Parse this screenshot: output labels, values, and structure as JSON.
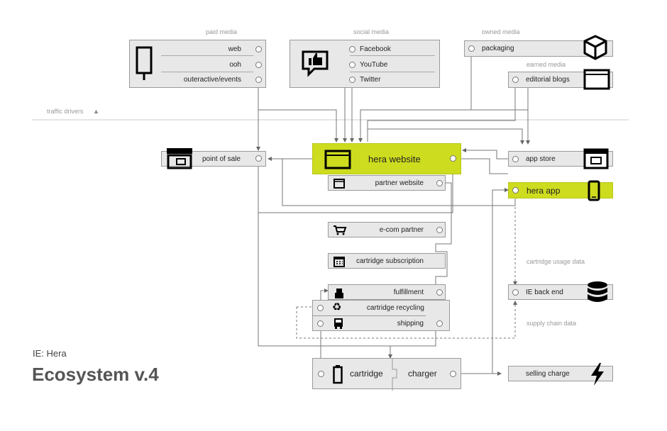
{
  "header": {
    "traffic_drivers": "traffic drivers",
    "traffic_drivers_arrow": "▲"
  },
  "categories": {
    "paid_media": "paid media",
    "social_media": "social media",
    "owned_media": "owned media",
    "earned_media": "earned media"
  },
  "paid_media": {
    "items": [
      "web",
      "ooh",
      "outeractive/events"
    ]
  },
  "social_media": {
    "items": [
      "Facebook",
      "YouTube",
      "Twitter"
    ]
  },
  "owned_media": {
    "items": [
      "packaging"
    ]
  },
  "earned_media": {
    "items": [
      "editorial blogs"
    ]
  },
  "nodes": {
    "point_of_sale": "point of sale",
    "hera_website": "hera website",
    "partner_website": "partner website",
    "app_store": "app store",
    "hera_app": "hera app",
    "ecom_partner": "e-com partner",
    "cartridge_subscription": "cartridge subscription",
    "fulfillment": "fulfillment",
    "cartridge_recycling": "cartridge recycling",
    "shipping": "shipping",
    "ie_back_end": "IE back end",
    "cartridge": "cartridge",
    "charger": "charger",
    "selling_charge": "selling charge"
  },
  "annotations": {
    "cartridge_usage_data": "cartridge usage data",
    "supply_chain_data": "supply chain data"
  },
  "title": {
    "subtitle": "IE: Hera",
    "main": "Ecosystem v.4"
  },
  "colors": {
    "accent": "#cddc1e",
    "box_fill": "#e8e8e8",
    "line": "#777777"
  }
}
